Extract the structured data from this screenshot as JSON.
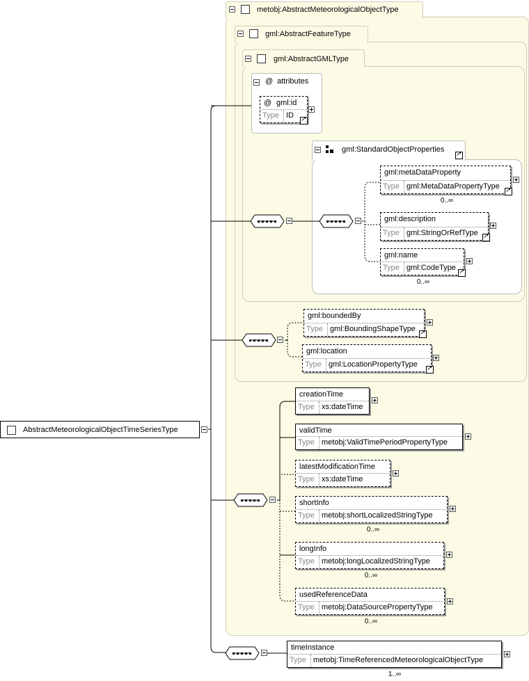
{
  "root": {
    "name": "AbstractMeteorologicalObjectTimeSeriesType"
  },
  "groups": {
    "metobj_abstract": {
      "label": "metobj:AbstractMeteorologicalObjectType"
    },
    "abstract_feature": {
      "label": "gml:AbstractFeatureType"
    },
    "abstract_gml": {
      "label": "gml:AbstractGMLType"
    },
    "attributes": {
      "label": "attributes"
    },
    "std_props": {
      "label": "gml:StandardObjectProperties"
    }
  },
  "type_label": "Type",
  "at_symbol": "@",
  "id_attr": {
    "name": "gml:id",
    "type": "ID"
  },
  "elements": {
    "metaDataProperty": {
      "name": "gml:metaDataProperty",
      "type": "gml:MetaDataPropertyType",
      "card": "0..∞"
    },
    "description": {
      "name": "gml:description",
      "type": "gml:StringOrRefType",
      "card": ""
    },
    "name": {
      "name": "gml:name",
      "type": "gml:CodeType",
      "card": "0..∞"
    },
    "boundedBy": {
      "name": "gml:boundedBy",
      "type": "gml:BoundingShapeType",
      "card": ""
    },
    "location": {
      "name": "gml:location",
      "type": "gml:LocationPropertyType",
      "card": ""
    },
    "creationTime": {
      "name": "creationTime",
      "type": "xs:dateTime",
      "card": ""
    },
    "validTime": {
      "name": "validTime",
      "type": "metobj:ValidTimePeriodPropertyType",
      "card": ""
    },
    "latestModificationTime": {
      "name": "latestModificationTime",
      "type": "xs:dateTime",
      "card": ""
    },
    "shortInfo": {
      "name": "shortInfo",
      "type": "metobj:shortLocalizedStringType",
      "card": "0..∞"
    },
    "longInfo": {
      "name": "longInfo",
      "type": "metobj:longLocalizedStringType",
      "card": "0..∞"
    },
    "usedReferenceData": {
      "name": "usedReferenceData",
      "type": "metobj:DataSourcePropertyType",
      "card": "0..∞"
    },
    "timeInstance": {
      "name": "timeInstance",
      "type": "metobj:TimeReferencedMeteorologicalObjectType",
      "card": "1..∞"
    }
  }
}
